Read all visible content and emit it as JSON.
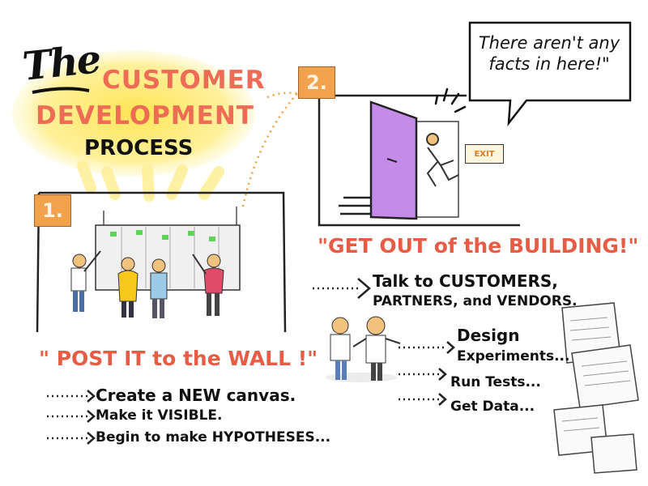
{
  "title": {
    "the": "The",
    "line1": "CUSTOMER",
    "line2": "DEVELOPMENT",
    "line3": "PROCESS"
  },
  "step1": {
    "number": "1.",
    "heading": "\" POST IT to the WALL !\"",
    "items": [
      "Create a NEW canvas.",
      "Make it VISIBLE.",
      "Begin to make HYPOTHESES..."
    ]
  },
  "step2": {
    "number": "2.",
    "speech_line1": "There aren't any",
    "speech_line2": "facts in here!\"",
    "exit_sign": "EXIT",
    "heading": "\"GET OUT of the BUILDING!\"",
    "talk_line1": "Talk to CUSTOMERS,",
    "talk_line2": "PARTNERS, and VENDORS.",
    "actions": [
      "Design",
      "Experiments...",
      "Run Tests...",
      "Get Data..."
    ]
  },
  "colors": {
    "title_red": "#ee6b55",
    "highlight_yellow": "#ffe34a",
    "number_box": "#f2a24c",
    "door_purple": "#c48be8",
    "heading_red": "#e85c45"
  }
}
